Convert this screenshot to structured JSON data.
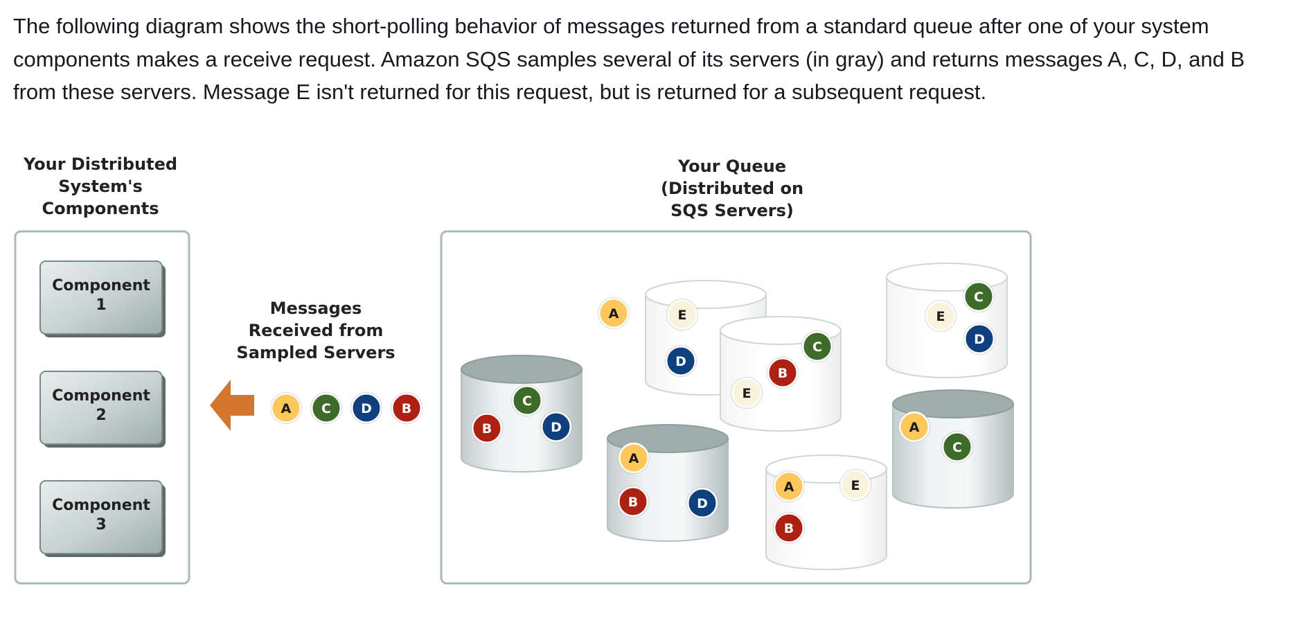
{
  "intro": {
    "text": "The following diagram shows the short-polling behavior of messages returned from a standard queue after one of your system components makes a receive request. Amazon SQS samples several of its servers (in gray) and returns messages A, C, D, and B from these servers. Message E isn't returned for this request, but is returned for a subsequent request."
  },
  "colors": {
    "A": {
      "fill": "#fcc75b",
      "text": "#1a1a1a"
    },
    "B": {
      "fill": "#ad2114",
      "text": "#ffffff"
    },
    "C": {
      "fill": "#3d6b2a",
      "text": "#ffffff"
    },
    "D": {
      "fill": "#0f3f7c",
      "text": "#ffffff"
    },
    "E": {
      "fill": "#f9f3dc",
      "text": "#1a1a1a"
    },
    "arrow": "#d3762e",
    "panel_border": "#aab8b8"
  },
  "components_panel": {
    "title": [
      "Your Distributed",
      "System's",
      "Components"
    ],
    "components": [
      {
        "line1": "Component",
        "line2": "1"
      },
      {
        "line1": "Component",
        "line2": "2"
      },
      {
        "line1": "Component",
        "line2": "3"
      }
    ]
  },
  "messages_received": {
    "title": [
      "Messages",
      "Received from",
      "Sampled Servers"
    ],
    "messages": [
      "A",
      "C",
      "D",
      "B"
    ]
  },
  "queue_panel": {
    "title": [
      "Your Queue",
      "(Distributed on",
      "SQS Servers)"
    ],
    "servers": [
      {
        "id": "server-1",
        "sampled": false,
        "messages": [
          "A",
          "E",
          "D"
        ]
      },
      {
        "id": "server-2",
        "sampled": true,
        "messages": [
          "B",
          "C",
          "D"
        ]
      },
      {
        "id": "server-3",
        "sampled": false,
        "messages": [
          "E",
          "C",
          "B"
        ]
      },
      {
        "id": "server-4",
        "sampled": true,
        "messages": [
          "A",
          "B",
          "D"
        ]
      },
      {
        "id": "server-5",
        "sampled": false,
        "messages": [
          "A",
          "E",
          "B"
        ]
      },
      {
        "id": "server-6",
        "sampled": false,
        "messages": [
          "E",
          "C",
          "D"
        ]
      },
      {
        "id": "server-7",
        "sampled": true,
        "messages": [
          "A",
          "C"
        ]
      }
    ]
  }
}
